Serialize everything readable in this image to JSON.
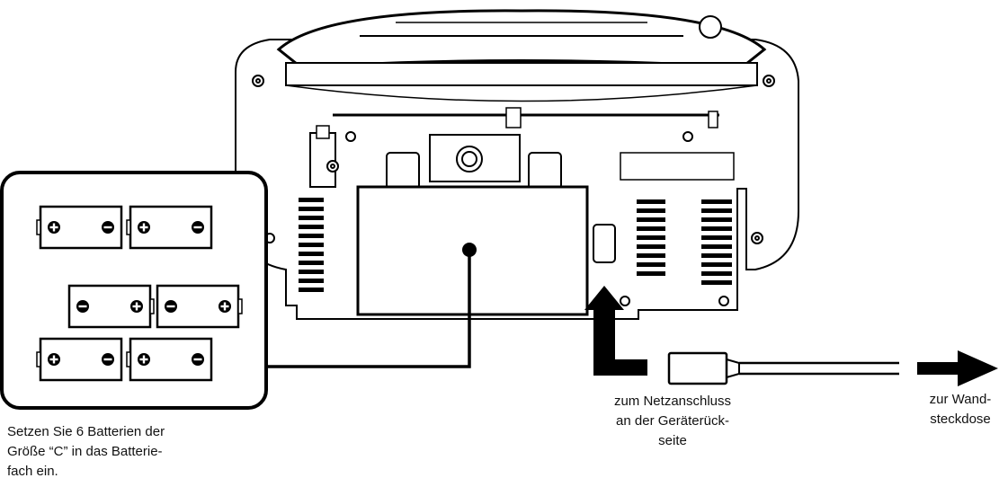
{
  "labels": {
    "battery_caption": [
      "Setzen Sie 6 Batterien der",
      "Größe “C” in das Batterie-",
      "fach ein."
    ],
    "rear_socket_caption": [
      "zum Netzanschluss",
      "an der Geräterück-",
      "seite"
    ],
    "wall_socket_caption": [
      "zur Wand-",
      "steckdose"
    ]
  },
  "battery_layout": {
    "rows": [
      [
        "plus-left",
        "plus-left"
      ],
      [
        "minus-left",
        "minus-left"
      ],
      [
        "plus-left",
        "plus-left"
      ]
    ]
  },
  "colors": {
    "line": "#000000",
    "background": "#ffffff",
    "fill": "#ffffff"
  }
}
